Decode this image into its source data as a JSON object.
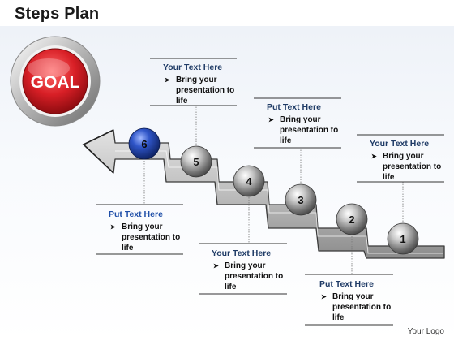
{
  "title": "Steps Plan",
  "goal_label": "GOAL",
  "steps": [
    "1",
    "2",
    "3",
    "4",
    "5",
    "6"
  ],
  "callouts": [
    {
      "heading": "Your Text Here",
      "text": "Bring your presentation to life"
    },
    {
      "heading": "Put Text Here",
      "text": "Bring your presentation to life"
    },
    {
      "heading": "Your Text Here",
      "text": "Bring your presentation to life"
    },
    {
      "heading": "Put Text Here",
      "text": "Bring your presentation to life"
    },
    {
      "heading": "Your Text Here",
      "text": "Bring your presentation to life"
    },
    {
      "heading": "Put Text Here",
      "text": "Bring your presentation to life"
    }
  ],
  "logo": "Your Logo",
  "colors": {
    "goal_red": "#d81f26",
    "active_ball": "#1f3f9a",
    "ball_grey": "#8a8a8a",
    "heading_blue": "#1f3b66"
  }
}
